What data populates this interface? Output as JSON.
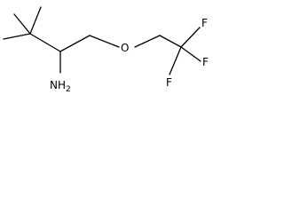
{
  "labels": {
    "amine": "NH2",
    "oxygen": "O",
    "fluorine_1": "F",
    "fluorine_2": "F",
    "fluorine_3": "F"
  },
  "colors": {
    "bond": "#000000",
    "label": "#000000",
    "background": "#ffffff"
  }
}
